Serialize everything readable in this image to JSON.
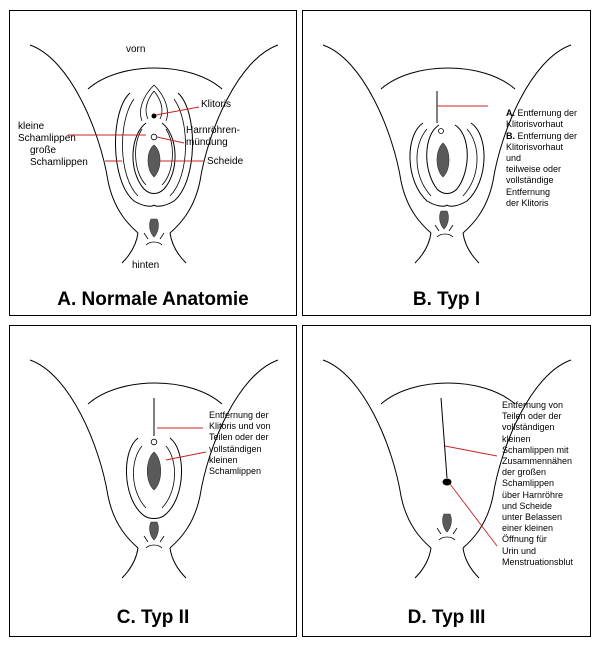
{
  "panelA": {
    "caption": "A. Normale Anatomie",
    "labels": {
      "front": "vorn",
      "back": "hinten",
      "clitoris": "Klitoris",
      "labia_minora": "kleine\nSchamlippen",
      "labia_majora": "große\nSchamlippen",
      "urethra": "Harnröhren-\nmündung",
      "vagina": "Scheide"
    }
  },
  "panelB": {
    "caption": "B. Typ I",
    "note_a_prefix": "A.",
    "note_a": " Entfernung der\nKlitorisvorhaut",
    "note_b_prefix": "B.",
    "note_b": " Entfernung der\nKlitorisvorhaut\nund\nteilweise oder\nvollständige\nEntfernung\nder Klitoris"
  },
  "panelC": {
    "caption": "C. Typ II",
    "note": "Entfernung der\nKlitoris und von\nTeilen oder der\nvollständigen\nkleinen\nSchamlippen"
  },
  "panelD": {
    "caption": "D. Typ III",
    "note": "Entfernung von\nTeilen oder der\nvollständigen\nkleinen\nSchamlippen mit\nZusammennähen\nder großen\nSchamlippen\nüber Harnröhre\nund Scheide\nunter Belassen\neiner kleinen\nÖffnung für\nUrin und\nMenstruationsblut"
  },
  "colors": {
    "leader_line": "#cc2222",
    "tissue": "#5a5a5a"
  }
}
